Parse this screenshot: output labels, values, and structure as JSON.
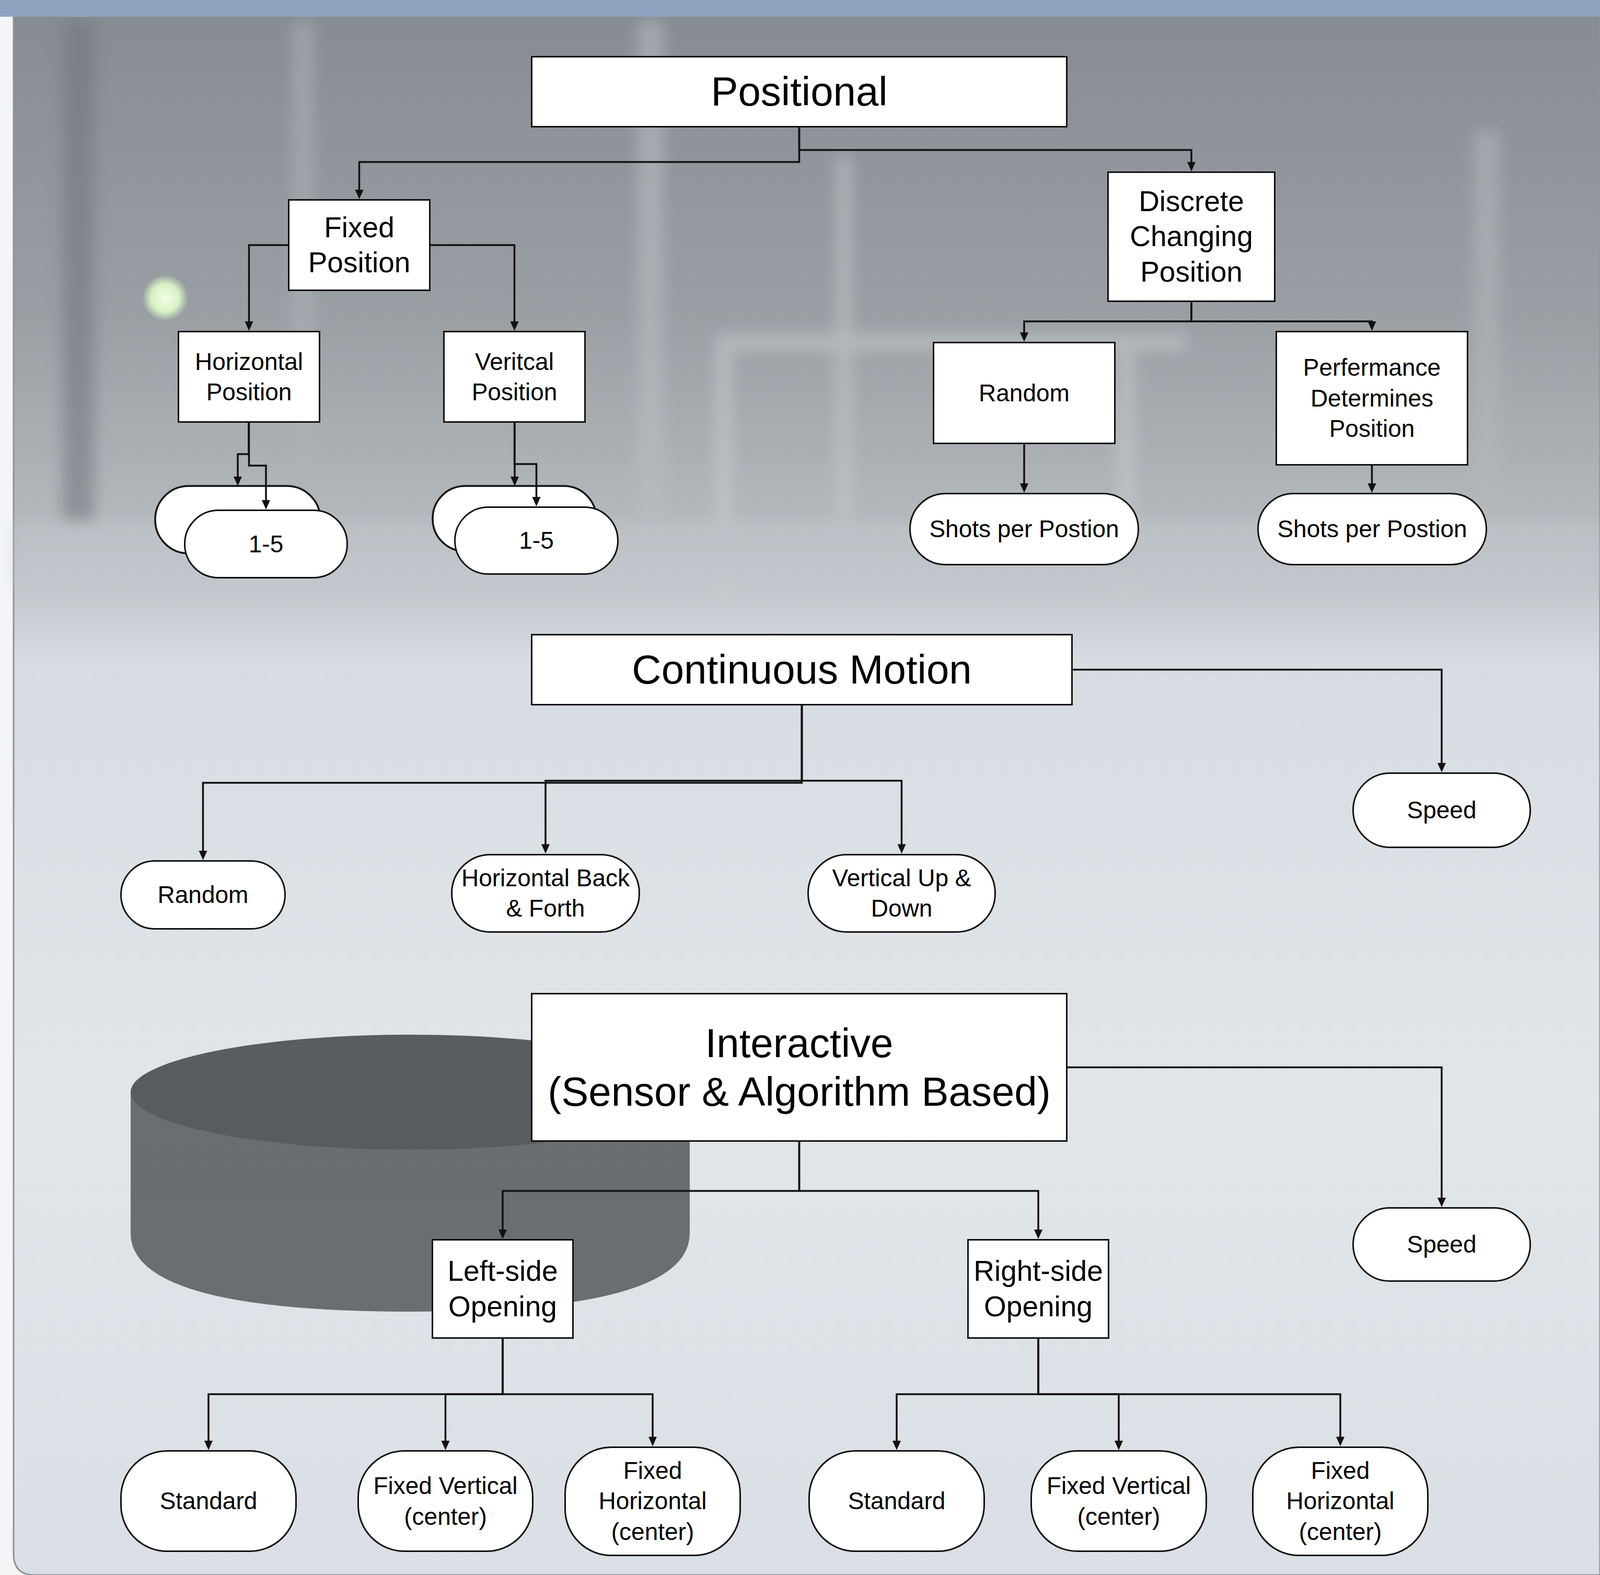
{
  "diagram": {
    "nodes": [
      {
        "text": [
          "Positional"
        ]
      },
      {
        "text": [
          "Fixed Position"
        ]
      },
      {
        "text": [
          "Discrete Changing Position"
        ]
      },
      {
        "text": [
          "Horizontal Position"
        ]
      },
      {
        "text": [
          "Veritcal Position"
        ]
      },
      {
        "text": [
          "Random"
        ]
      },
      {
        "text": [
          "Perfermance Determines Position"
        ]
      },
      {
        "text": [
          "1-5"
        ]
      },
      {
        "text": [
          "1-5"
        ]
      },
      {
        "text": [
          "Shots per Postion"
        ]
      },
      {
        "text": [
          "Shots per Postion"
        ]
      },
      {
        "text": [
          "Continuous Motion"
        ]
      },
      {
        "text": [
          "Random"
        ]
      },
      {
        "text": [
          "Horizontal Back & Forth"
        ]
      },
      {
        "text": [
          "Vertical Up & Down"
        ]
      },
      {
        "text": [
          "Speed"
        ]
      },
      {
        "text": [
          "Interactive",
          "(Sensor & Algorithm Based)"
        ]
      },
      {
        "text": [
          "Left-side Opening"
        ]
      },
      {
        "text": [
          "Right-side Opening"
        ]
      },
      {
        "text": [
          "Speed"
        ]
      },
      {
        "text": [
          "Standard"
        ]
      },
      {
        "text": [
          "Fixed Vertical (center)"
        ]
      },
      {
        "text": [
          "Fixed Horizontal (center)"
        ]
      },
      {
        "text": [
          "Standard"
        ]
      },
      {
        "text": [
          "Fixed Vertical (center)"
        ]
      },
      {
        "text": [
          "Fixed Horizontal (center)"
        ]
      }
    ],
    "edges": [
      {
        "from": 0,
        "to": 1,
        "arrow": "to"
      },
      {
        "from": 0,
        "to": 2,
        "arrow": "to"
      },
      {
        "from": 1,
        "to": 3,
        "arrow": "to"
      },
      {
        "from": 1,
        "to": 4,
        "arrow": "to"
      },
      {
        "from": 2,
        "to": 5,
        "arrow": "to"
      },
      {
        "from": 2,
        "to": 6,
        "arrow": "to"
      },
      {
        "from": 3,
        "to": 7,
        "arrow": "to"
      },
      {
        "from": 4,
        "to": 8,
        "arrow": "to"
      },
      {
        "from": 5,
        "to": 9,
        "arrow": "to"
      },
      {
        "from": 6,
        "to": 10,
        "arrow": "to"
      },
      {
        "from": 11,
        "to": 12,
        "arrow": "to"
      },
      {
        "from": 11,
        "to": 13,
        "arrow": "to"
      },
      {
        "from": 11,
        "to": 14,
        "arrow": "to"
      },
      {
        "from": 11,
        "to": 15,
        "arrow": "to"
      },
      {
        "from": 16,
        "to": 17,
        "arrow": "to"
      },
      {
        "from": 16,
        "to": 18,
        "arrow": "to"
      },
      {
        "from": 16,
        "to": 19,
        "arrow": "to"
      },
      {
        "from": 17,
        "to": 20,
        "arrow": "to"
      },
      {
        "from": 17,
        "to": 21,
        "arrow": "to"
      },
      {
        "from": 17,
        "to": 22,
        "arrow": "to"
      },
      {
        "from": 18,
        "to": 23,
        "arrow": "to"
      },
      {
        "from": 18,
        "to": 24,
        "arrow": "to"
      },
      {
        "from": 18,
        "to": 25,
        "arrow": "to"
      }
    ]
  }
}
